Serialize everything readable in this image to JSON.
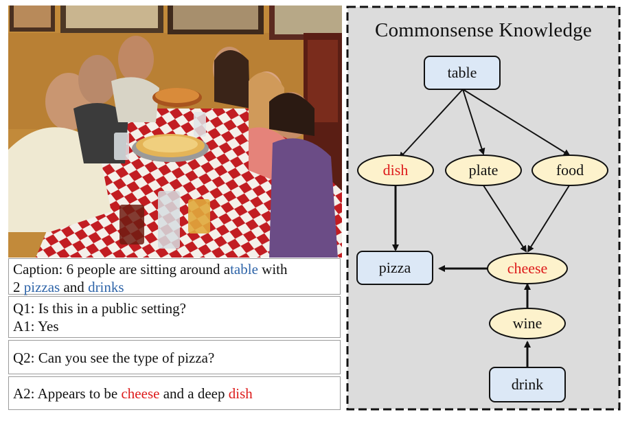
{
  "caption": {
    "prefix": "Caption: 6 people are sitting around a",
    "table_word": "table",
    "mid": " with",
    "line2_start": "2 ",
    "pizzas_word": "pizzas",
    "and_word": " and ",
    "drinks_word": "drinks"
  },
  "qa": {
    "q1": "Q1: Is this in a public setting?",
    "a1": "A1: Yes",
    "q2": "Q2: Can you see the type of pizza?",
    "a2_prefix": "A2: Appears to be ",
    "a2_cheese": "cheese",
    "a2_mid": " and a deep ",
    "a2_dish": "dish"
  },
  "knowledge": {
    "title": "Commonsense Knowledge",
    "nodes": {
      "table": "table",
      "dish": "dish",
      "plate": "plate",
      "food": "food",
      "pizza": "pizza",
      "cheese": "cheese",
      "wine": "wine",
      "drink": "drink"
    }
  },
  "colors": {
    "box_fill": "#dce8f6",
    "ellipse_fill": "#fdf2cc",
    "panel_bg": "#dcdcdc",
    "highlight_red": "#dd1a1a",
    "highlight_blue": "#2e64a8"
  }
}
